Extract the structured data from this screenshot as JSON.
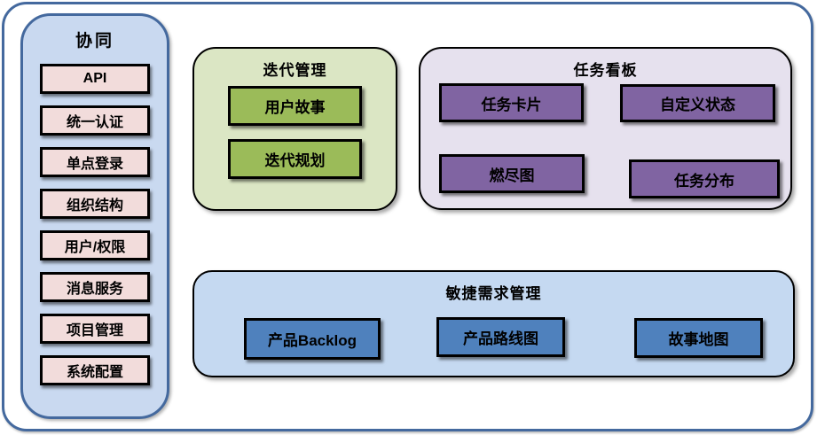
{
  "sidebar": {
    "title": "协同",
    "items": [
      "API",
      "统一认证",
      "单点登录",
      "组织结构",
      "用户/权限",
      "消息服务",
      "项目管理",
      "系统配置"
    ]
  },
  "iteration_panel": {
    "title": "迭代管理",
    "items": [
      "用户故事",
      "迭代规划"
    ]
  },
  "kanban_panel": {
    "title": "任务看板",
    "items": [
      "任务卡片",
      "自定义状态",
      "燃尽图",
      "任务分布"
    ]
  },
  "requirements_panel": {
    "title": "敏捷需求管理",
    "items": [
      "产品Backlog",
      "产品路线图",
      "故事地图"
    ]
  },
  "colors": {
    "frame_border": "#44699e",
    "sidebar_bg": "#c9d9f0",
    "sidebar_item_bg": "#f2dcdb",
    "iteration_panel_bg": "#dbe6c4",
    "iteration_item_bg": "#9bbb59",
    "kanban_panel_bg": "#e6e1ee",
    "kanban_item_bg": "#8064a2",
    "requirements_panel_bg": "#c5d9f1",
    "requirements_item_bg": "#4f81bd",
    "box_border": "#000000",
    "text": "#000000"
  }
}
